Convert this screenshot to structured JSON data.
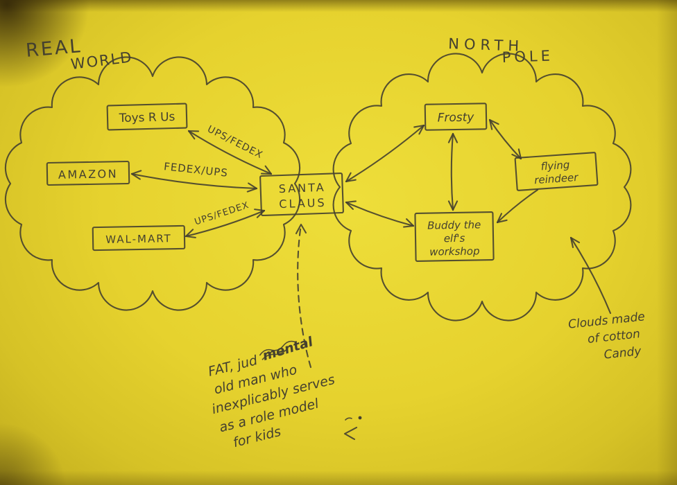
{
  "palette": {
    "paper": "#e6d22e",
    "ink": "#45402f"
  },
  "regions": {
    "left_cloud_title": [
      "REAL",
      "WORLD"
    ],
    "right_cloud_title": [
      "NORTH",
      "POLE"
    ]
  },
  "nodes": {
    "toysrus": {
      "label": "Toys R Us"
    },
    "amazon": {
      "label": "AMAZON"
    },
    "walmart": {
      "label": "WAL-MART"
    },
    "santa": {
      "lines": [
        "SANTA",
        "CLAUS"
      ]
    },
    "frosty": {
      "label": "Frosty"
    },
    "reindeer": {
      "lines": [
        "flying",
        "reindeer"
      ]
    },
    "workshop": {
      "lines": [
        "Buddy the",
        "elf's",
        "workshop"
      ]
    }
  },
  "edge_labels": {
    "toysrus_santa": "UPS/FEDEX",
    "amazon_santa": "FEDEX/UPS",
    "walmart_santa": "UPS/FEDEX"
  },
  "annotations": {
    "santa_note": {
      "part1": "FAT, jud",
      "part2": "mental",
      "lines": [
        "old man who",
        "inexplicably serves",
        "as a role model",
        "for kids"
      ]
    },
    "cotton_note": {
      "lines": [
        "Clouds made",
        "of cotton",
        "Candy"
      ]
    }
  }
}
